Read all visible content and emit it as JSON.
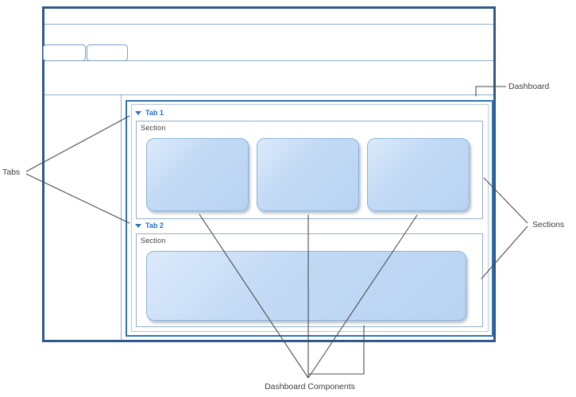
{
  "annotations": {
    "tabs_label": "Tabs",
    "dashboard_label": "Dashboard",
    "sections_label": "Sections",
    "components_label": "Dashboard Components"
  },
  "browser": {
    "tab_count": 2,
    "tab_labels": [
      "",
      ""
    ]
  },
  "dashboard": {
    "tabs": [
      {
        "label": "Tab 1",
        "section_label": "Section",
        "component_count": 3
      },
      {
        "label": "Tab 2",
        "section_label": "Section",
        "component_count": 1
      }
    ]
  },
  "colors": {
    "window_border": "#30598C",
    "dashboard_border": "#2E74B5",
    "thin_line": "#8FAFD0",
    "tab_text": "#1E6EC8",
    "component_fill": "#BFD8F4",
    "component_border": "#8CB4DE",
    "annotation_text": "#404040",
    "arrow": "#4d4d4d"
  }
}
